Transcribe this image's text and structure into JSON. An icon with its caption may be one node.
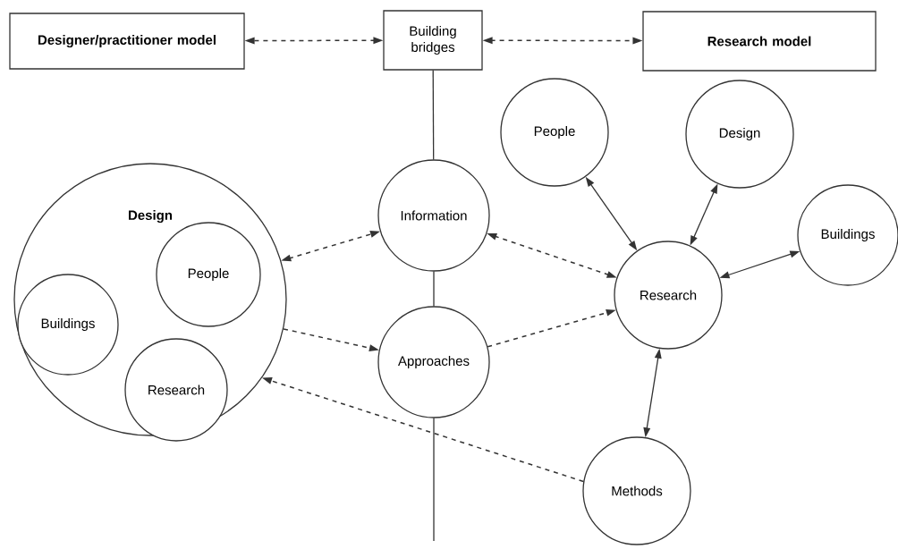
{
  "diagram": {
    "nodes": [
      {
        "text": [
          "Designer/practitioner model"
        ]
      },
      {
        "text": [
          "Building bridges"
        ]
      },
      {
        "text": [
          "Research model"
        ]
      },
      {
        "text": [
          "People"
        ]
      },
      {
        "text": [
          "Design"
        ]
      },
      {
        "text": [
          "Information"
        ]
      },
      {
        "text": [
          "Design"
        ]
      },
      {
        "text": [
          "People"
        ],
        "in": 6
      },
      {
        "text": [
          "Buildings"
        ],
        "in": 6
      },
      {
        "text": [
          "Research"
        ],
        "in": 6
      },
      {
        "text": [
          "Buildings"
        ]
      },
      {
        "text": [
          "Research"
        ]
      },
      {
        "text": [
          "Approaches"
        ]
      },
      {
        "text": [
          "Methods"
        ]
      }
    ],
    "edges": [
      {
        "from": 1,
        "to": 0,
        "arrow": "both",
        "style": "dashed"
      },
      {
        "from": 1,
        "to": 2,
        "arrow": "both",
        "style": "dashed"
      },
      {
        "from": 1,
        "to": 5,
        "arrow": "none"
      },
      {
        "from": 5,
        "to": 12,
        "arrow": "none"
      },
      {
        "from": 12,
        "to": null,
        "arrow": "none"
      },
      {
        "from": 6,
        "to": 5,
        "arrow": "both",
        "style": "dashed"
      },
      {
        "from": 5,
        "to": 11,
        "arrow": "both",
        "style": "dashed"
      },
      {
        "from": 6,
        "to": 12,
        "arrow": "to",
        "style": "dashed"
      },
      {
        "from": 12,
        "to": 11,
        "arrow": "to",
        "style": "dashed"
      },
      {
        "from": 13,
        "to": 6,
        "arrow": "to",
        "style": "dashed"
      },
      {
        "from": 3,
        "to": 11,
        "arrow": "both"
      },
      {
        "from": 4,
        "to": 11,
        "arrow": "both"
      },
      {
        "from": 10,
        "to": 11,
        "arrow": "both"
      },
      {
        "from": 11,
        "to": 13,
        "arrow": "both"
      }
    ]
  }
}
